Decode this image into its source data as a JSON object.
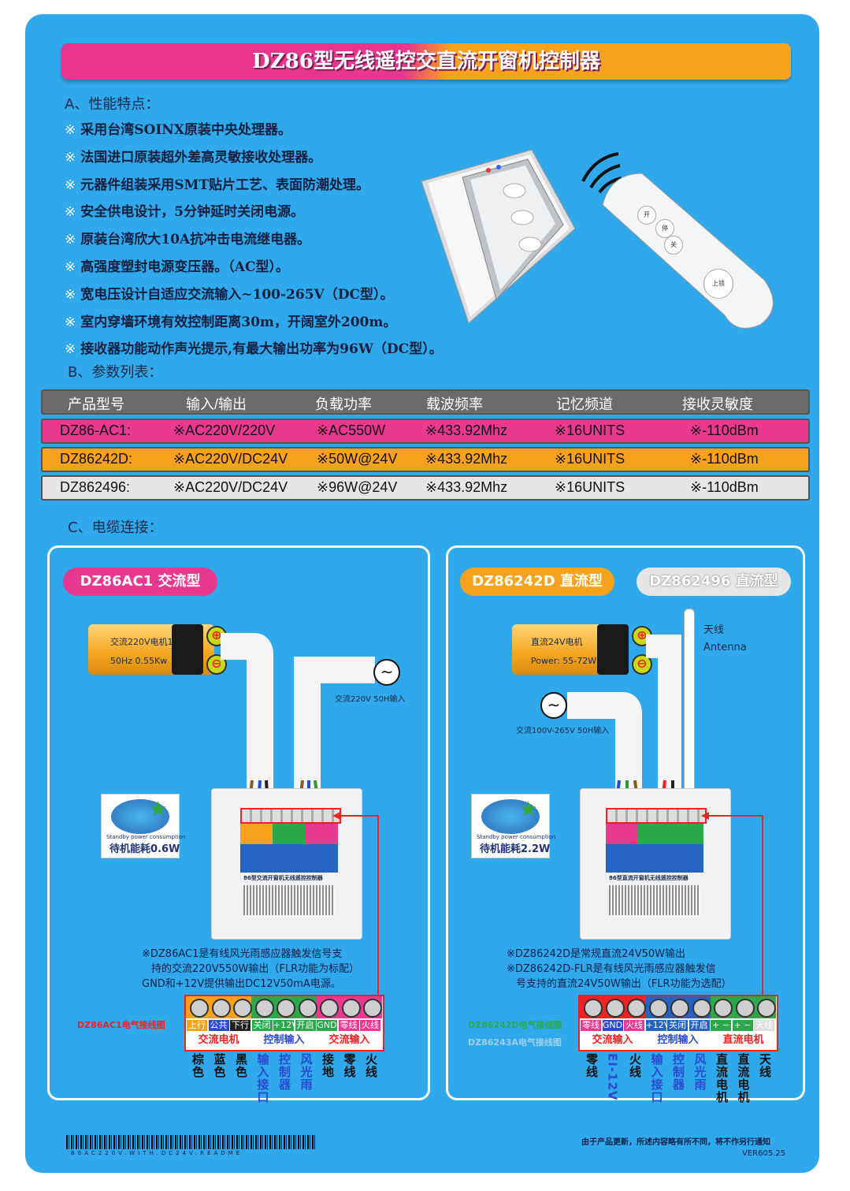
{
  "title": "DZ86型无线遥控交直流开窗机控制器",
  "section_a": "A、性能特点：",
  "features": [
    "采用台湾SOINX原装中央处理器。",
    "法国进口原装超外差高灵敏接收处理器。",
    "元器件组装采用SMT贴片工艺、表面防潮处理。",
    "安全供电设计，5分钟延时关闭电源。",
    "原装台湾欣大10A抗冲击电流继电器。",
    "高强度塑封电源变压器。（AC型）。",
    "宽电压设计自适应交流输入~100-265V（DC型）。",
    "室内穿墙环境有效控制距离30m，开阔室外200m。",
    "接收器功能动作声光提示,有最大输出功率为96W（DC型）。"
  ],
  "feature_mark": "※",
  "section_b": "B、参数列表：",
  "table": {
    "headers": [
      "产品型号",
      "输入/输出",
      "负载功率",
      "载波频率",
      "记忆频道",
      "接收灵敏度"
    ],
    "rows": [
      [
        "DZ86-AC1:",
        "※AC220V/220V",
        "※AC550W",
        "※433.92Mhz",
        "※16UNITS",
        "※-110dBm"
      ],
      [
        "DZ86242D:",
        "※AC220V/DC24V",
        "※50W@24V",
        "※433.92Mhz",
        "※16UNITS",
        "※-110dBm"
      ],
      [
        "DZ862496:",
        "※AC220V/DC24V",
        "※96W@24V",
        "※433.92Mhz",
        "※16UNITS",
        "※-110dBm"
      ]
    ]
  },
  "section_c": "C、电缆连接：",
  "remote": {
    "buttons": [
      "开",
      "停",
      "关",
      "上锁"
    ]
  },
  "left_panel": {
    "badge": "DZ86AC1 交流型",
    "motor_line1": "交流220V电机1",
    "motor_line2": "50Hz 0.55Kw",
    "input_label": "交流220V 50H输入",
    "energy_line1": "Standby power consumption",
    "energy_line2": "待机能耗0.6W",
    "device_title": "86型交流开窗机无线遥控控制器",
    "note": [
      "※DZ86AC1是有线风光雨感应器触发信号支",
      "持的交流220V550W输出（FLR功能为标配）",
      "GND和+12V提供输出DC12V50mA电源。"
    ],
    "wiring_title": "DZ86AC1电气接线图",
    "term_labels": [
      "上行",
      "公共",
      "下行",
      "关闭",
      "+12V",
      "开启",
      "GND",
      "零线",
      "火线"
    ],
    "groups": [
      "交流电机",
      "控制输入",
      "交流输入"
    ],
    "wire_labels": [
      "棕色",
      "蓝色",
      "黑色",
      "输入接口",
      "控制器",
      "风光雨",
      "接地",
      "零线",
      "火线"
    ]
  },
  "right_panel": {
    "badge1": "DZ86242D 直流型",
    "badge2": "DZ862496 直流型",
    "motor_line1": "直流24V电机",
    "motor_line2": "Power: 55-72W",
    "antenna_cn": "天线",
    "antenna_en": "Antenna",
    "input_label": "交流100V-265V 50H输入",
    "energy_line1": "Standby power consumption",
    "energy_line2": "待机能耗2.2W",
    "device_title": "86型直流开窗机无线遥控控制器",
    "note": [
      "※DZ86242D是常规直流24V50W输出",
      "※DZ86242D-FLR是有线风光雨感应器触发信",
      "号支持的直流24V50W输出（FLR功能为选配）"
    ],
    "wiring_title1": "DZ86242D电气接线图",
    "wiring_title2": "DZ86243A电气接线图",
    "term_labels": [
      "零线",
      "GND",
      "火线",
      "+12V",
      "关闭",
      "开启",
      "+ −",
      "+ −",
      "天线"
    ],
    "groups": [
      "交流输入",
      "控制输入",
      "直流电机"
    ],
    "wire_labels": [
      "零线",
      "EI-12V",
      "火线",
      "输入接口",
      "控制器",
      "风光雨",
      "直流电机",
      "直流电机",
      "天线"
    ]
  },
  "footer": {
    "barcode_text": "B6AC220V.WITH.DC24V.README",
    "notice": "由于产品更新，所述内容略有所不同，将不作另行通知",
    "version": "VER605.25"
  },
  "colors": {
    "pink": "#e9388f",
    "orange": "#f7a21c",
    "blue": "#2fa8ec",
    "grey": "#6b6b6b"
  }
}
